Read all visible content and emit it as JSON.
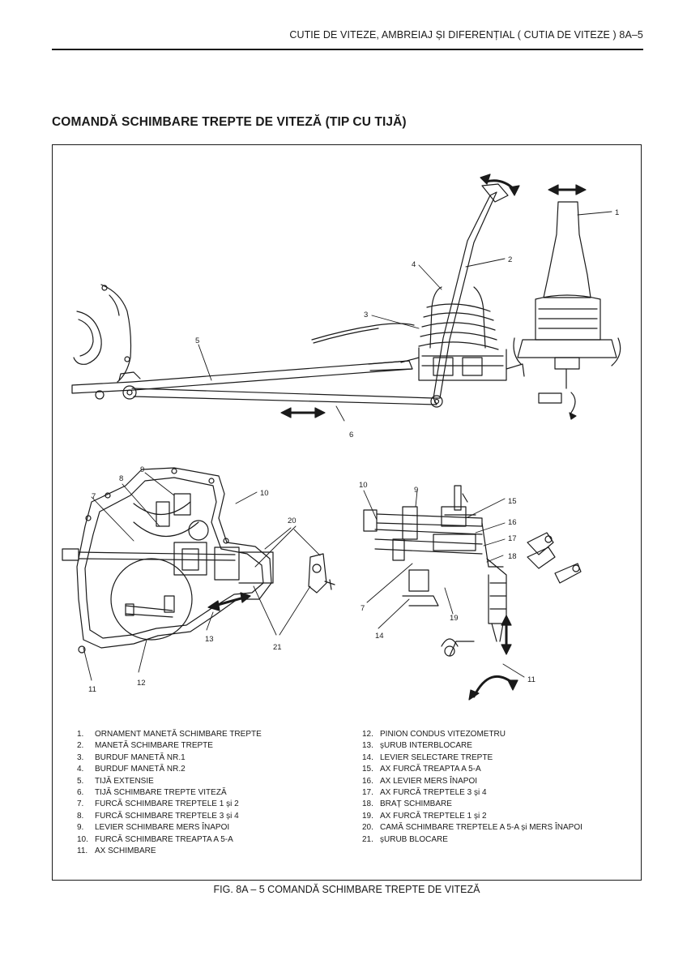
{
  "header": {
    "running_title": "CUTIE DE VITEZE, AMBREIAJ ȘI DIFERENȚIAL ( CUTIA DE VITEZE )  8A–5"
  },
  "section_title": "COMANDĂ SCHIMBARE TREPTE DE VITEZĂ (TIP CU TIJĂ)",
  "figure": {
    "callouts": {
      "c1": "1",
      "c2": "2",
      "c3": "3",
      "c4": "4",
      "c5": "5",
      "c6": "6",
      "c7a": "7",
      "c7b": "7",
      "c8": "8",
      "c9a": "9",
      "c9b": "9",
      "c10a": "10",
      "c10b": "10",
      "c11a": "11",
      "c11b": "11",
      "c12": "12",
      "c13": "13",
      "c14": "14",
      "c15": "15",
      "c16": "16",
      "c17": "17",
      "c18": "18",
      "c19": "19",
      "c20": "20",
      "c21": "21"
    },
    "legend_left": [
      {
        "num": "1.",
        "text": "ORNAMENT  MANETĂ SCHIMBARE  TREPTE"
      },
      {
        "num": "2.",
        "text": "MANETĂ SCHIMBARE   TREPTE"
      },
      {
        "num": "3.",
        "text": "BURDUF MANETĂ NR.1"
      },
      {
        "num": "4.",
        "text": "BURDUF MANETĂ NR.2"
      },
      {
        "num": "5.",
        "text": "TIJĂ EXTENSIE"
      },
      {
        "num": "6.",
        "text": "TIJĂ  SCHIMBARE TREPTE VITEZĂ"
      },
      {
        "num": "7.",
        "text": "FURCĂ SCHIMBARE TREPTELE 1 și 2"
      },
      {
        "num": "8.",
        "text": "FURCĂ SCHIMBARE TREPTELE 3 și 4"
      },
      {
        "num": "9.",
        "text": "LEVIER SCHIMBARE MERS  ÎNAPOI"
      },
      {
        "num": "10.",
        "text": "FURCĂ SCHIMBARE TREAPTA  A 5-A"
      },
      {
        "num": "11.",
        "text": "AX  SCHIMBARE"
      }
    ],
    "legend_right": [
      {
        "num": "12.",
        "text": "PINION  CONDUS  VITEZOMETRU"
      },
      {
        "num": "13.",
        "text": "șURUB  INTERBLOCARE"
      },
      {
        "num": "14.",
        "text": "LEVIER SELECTARE TREPTE"
      },
      {
        "num": "15.",
        "text": "AX  FURCĂ TREAPTA A 5-A"
      },
      {
        "num": "16.",
        "text": "AX  LEVIER MERS ÎNAPOI"
      },
      {
        "num": "17.",
        "text": "AX  FURCĂ TREPTELE 3 și 4"
      },
      {
        "num": "18.",
        "text": "BRAȚ  SCHIMBARE"
      },
      {
        "num": "19.",
        "text": "AX  FURCĂ TREPTELE 1  și 2"
      },
      {
        "num": "20.",
        "text": "CAMĂ  SCHIMBARE  TREPTELE  A 5-A și  MERS  ÎNAPOI"
      },
      {
        "num": "21.",
        "text": "șURUB  BLOCARE"
      }
    ]
  },
  "caption": "FIG. 8A – 5  COMANDĂ SCHIMBARE TREPTE DE VITEZĂ"
}
